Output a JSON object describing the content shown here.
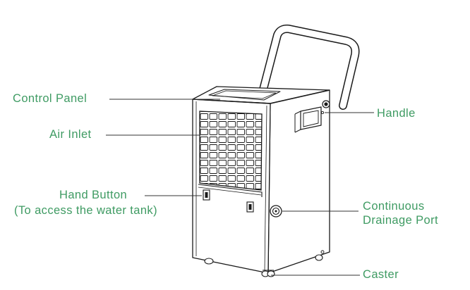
{
  "labels": {
    "control_panel": "Control Panel",
    "air_inlet": "Air Inlet",
    "hand_button_line1": "Hand Button",
    "hand_button_line2": "(To access the water tank)",
    "handle": "Handle",
    "drainage_line1": "Continuous",
    "drainage_line2": "Drainage Port",
    "caster": "Caster"
  },
  "colors": {
    "label_text": "#3f9b63",
    "outline": "#1a1a1a",
    "leader_line": "#333333"
  }
}
